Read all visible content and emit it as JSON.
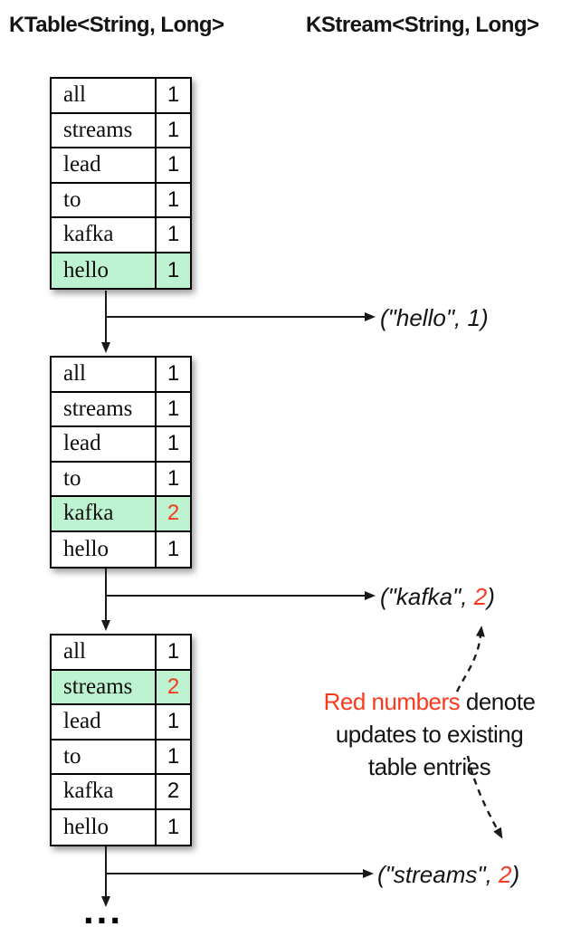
{
  "header": {
    "left": "KTable<String, Long>",
    "right": "KStream<String, Long>"
  },
  "colors": {
    "highlight_green": "#bdf3d1",
    "update_red": "#fa3a1e",
    "line_black": "#1a1a1a"
  },
  "tables": [
    {
      "rows": [
        {
          "key": "all",
          "value": "1",
          "highlight": false,
          "red": false
        },
        {
          "key": "streams",
          "value": "1",
          "highlight": false,
          "red": false
        },
        {
          "key": "lead",
          "value": "1",
          "highlight": false,
          "red": false
        },
        {
          "key": "to",
          "value": "1",
          "highlight": false,
          "red": false
        },
        {
          "key": "kafka",
          "value": "1",
          "highlight": false,
          "red": false
        },
        {
          "key": "hello",
          "value": "1",
          "highlight": true,
          "red": false
        }
      ]
    },
    {
      "rows": [
        {
          "key": "all",
          "value": "1",
          "highlight": false,
          "red": false
        },
        {
          "key": "streams",
          "value": "1",
          "highlight": false,
          "red": false
        },
        {
          "key": "lead",
          "value": "1",
          "highlight": false,
          "red": false
        },
        {
          "key": "to",
          "value": "1",
          "highlight": false,
          "red": false
        },
        {
          "key": "kafka",
          "value": "2",
          "highlight": true,
          "red": true
        },
        {
          "key": "hello",
          "value": "1",
          "highlight": false,
          "red": false
        }
      ]
    },
    {
      "rows": [
        {
          "key": "all",
          "value": "1",
          "highlight": false,
          "red": false
        },
        {
          "key": "streams",
          "value": "2",
          "highlight": true,
          "red": true
        },
        {
          "key": "lead",
          "value": "1",
          "highlight": false,
          "red": false
        },
        {
          "key": "to",
          "value": "1",
          "highlight": false,
          "red": false
        },
        {
          "key": "kafka",
          "value": "2",
          "highlight": false,
          "red": false
        },
        {
          "key": "hello",
          "value": "1",
          "highlight": false,
          "red": false
        }
      ]
    }
  ],
  "records": [
    {
      "pre": "(\"hello\", ",
      "value": "1",
      "post": ")",
      "red": false
    },
    {
      "pre": "(\"kafka\", ",
      "value": "2",
      "post": ")",
      "red": true
    },
    {
      "pre": "(\"streams\", ",
      "value": "2",
      "post": ")",
      "red": true
    }
  ],
  "annotation": {
    "line1_red": "Red numbers",
    "line1_rest": " denote",
    "line2": "updates to existing",
    "line3": "table entries"
  },
  "ellipsis": "..."
}
